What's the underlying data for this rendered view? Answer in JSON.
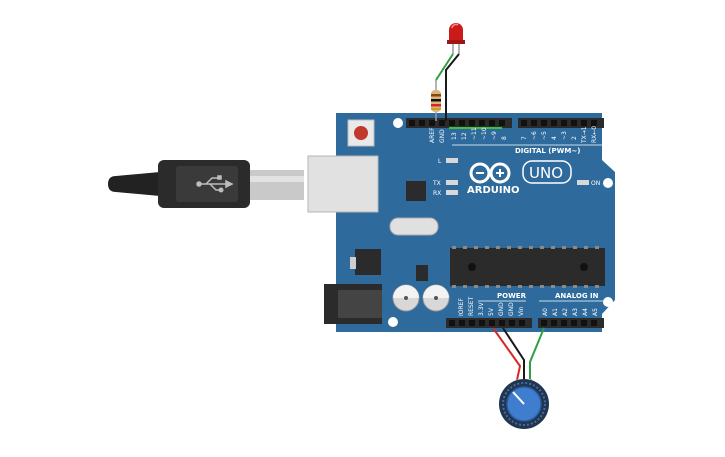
{
  "board": {
    "aref": "AREF",
    "gnd": "GND",
    "digital_pins": [
      "13",
      "12",
      "~11",
      "~10",
      "~9",
      "8",
      "7",
      "~6",
      "~5",
      "4",
      "~3",
      "2",
      "TX→1",
      "RX←0"
    ],
    "digital_header": "DIGITAL (PWM~)",
    "brand": "ARDUINO",
    "model": "UNO",
    "led_l": "L",
    "led_tx": "TX",
    "led_rx": "RX",
    "led_on": "ON",
    "power_header": "POWER",
    "power_pins": [
      "IOREF",
      "RESET",
      "3.3V",
      "5V",
      "GND",
      "GND",
      "Vin"
    ],
    "analog_header": "ANALOG IN",
    "analog_pins": [
      "A0",
      "A1",
      "A2",
      "A3",
      "A4",
      "A5"
    ]
  },
  "colors": {
    "board": "#2e6a9c",
    "header": "#2b2b2b",
    "wire_black": "#1a1a1a",
    "wire_green": "#2ea043",
    "wire_red": "#d62828",
    "led": "#cc1a1a",
    "pot_knob": "#3f7ecf"
  },
  "icons": {
    "usb": "usb-symbol-icon",
    "infinity": "arduino-logo-icon"
  }
}
